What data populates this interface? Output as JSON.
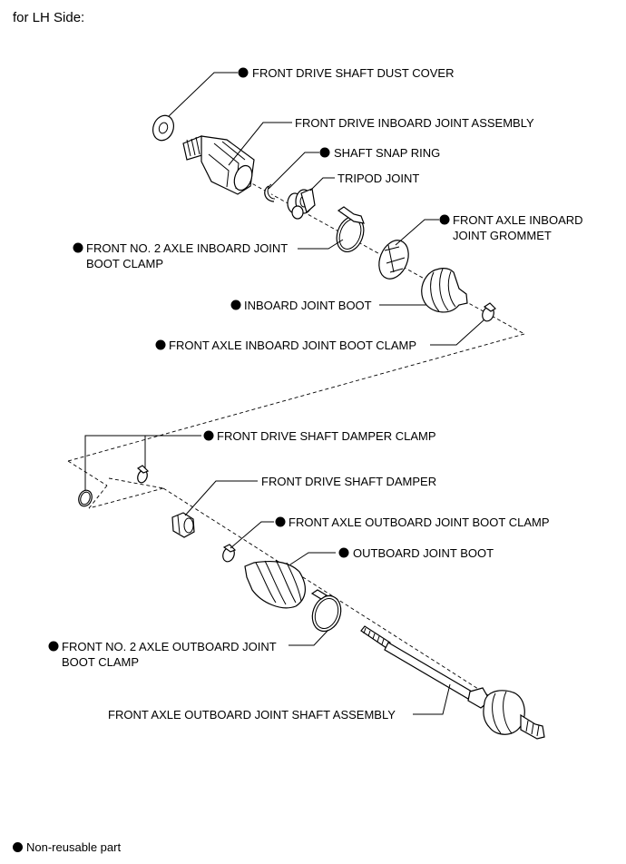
{
  "heading": "for LH Side:",
  "labels": {
    "dust_cover": "FRONT DRIVE SHAFT DUST COVER",
    "inboard_joint_assembly": "FRONT DRIVE INBOARD JOINT ASSEMBLY",
    "shaft_snap_ring": "SHAFT SNAP RING",
    "tripod_joint": "TRIPOD JOINT",
    "inboard_grommet_1": "FRONT AXLE INBOARD",
    "inboard_grommet_2": "JOINT GROMMET",
    "no2_inboard_clamp_1": "FRONT NO. 2 AXLE INBOARD JOINT",
    "no2_inboard_clamp_2": "BOOT CLAMP",
    "inboard_boot": "INBOARD JOINT BOOT",
    "inboard_boot_clamp": "FRONT AXLE INBOARD JOINT BOOT CLAMP",
    "damper_clamp": "FRONT DRIVE SHAFT DAMPER CLAMP",
    "damper": "FRONT DRIVE SHAFT DAMPER",
    "outboard_boot_clamp": "FRONT AXLE OUTBOARD JOINT BOOT CLAMP",
    "outboard_boot": "OUTBOARD JOINT BOOT",
    "no2_outboard_clamp_1": "FRONT NO. 2 AXLE OUTBOARD JOINT",
    "no2_outboard_clamp_2": "BOOT CLAMP",
    "outboard_shaft_assembly": "FRONT AXLE OUTBOARD JOINT SHAFT ASSEMBLY"
  },
  "legend": {
    "symbol": "non-reusable-dot-icon",
    "text": "Non-reusable part"
  }
}
